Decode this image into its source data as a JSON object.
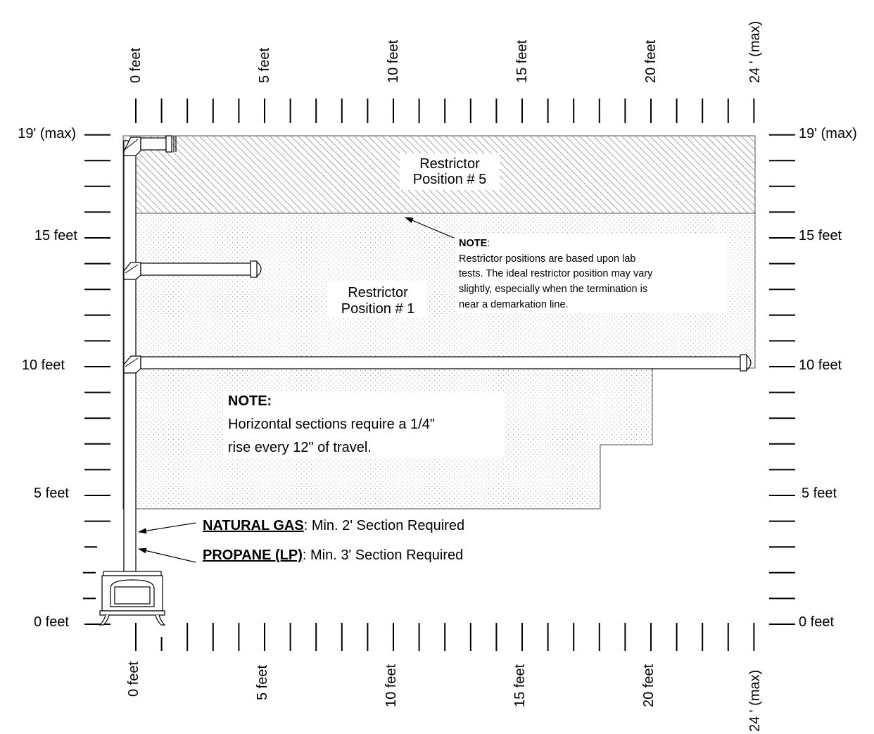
{
  "axis": {
    "top_labels": [
      "0 feet",
      "5 feet",
      "10 feet",
      "15 feet",
      "20 feet",
      "24 ' (max)"
    ],
    "bottom_labels": [
      "0 feet",
      "5 feet",
      "10 feet",
      "15 feet",
      "20 feet",
      "24 ' (max)"
    ],
    "left_labels": [
      "19' (max)",
      "15 feet",
      "10 feet",
      "5 feet",
      "0 feet"
    ],
    "right_labels": [
      "19' (max)",
      "15 feet",
      "10 feet",
      "5 feet",
      "0 feet"
    ]
  },
  "zones": {
    "position5": {
      "line1": "Restrictor",
      "line2": "Position # 5"
    },
    "position1": {
      "line1": "Restrictor",
      "line2": "Position # 1"
    }
  },
  "note_small": {
    "heading": "NOTE",
    "heading_suffix": ":",
    "lines": [
      "Restrictor positions are based upon lab",
      "tests.  The ideal restrictor position may vary",
      "slightly, especially when the termination is",
      "near a demarkation line."
    ]
  },
  "note_big": {
    "heading": "NOTE:",
    "lines": [
      "Horizontal sections require a 1/4\"",
      "rise every 12\" of travel."
    ]
  },
  "requirements": {
    "natural_gas": {
      "label": "NATURAL GAS",
      "text": ": Min. 2' Section Required"
    },
    "propane": {
      "label": "PROPANE (LP)",
      "text": ": Min. 3' Section Required"
    }
  }
}
